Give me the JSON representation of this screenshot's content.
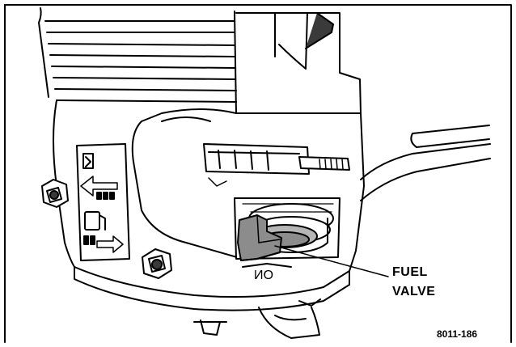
{
  "callout": {
    "line1": "FUEL",
    "line2": "VALVE"
  },
  "figure_number": "8011-186",
  "engraved_marks": {
    "valve_on": "ON"
  },
  "colors": {
    "ink": "#000000",
    "paper": "#ffffff",
    "lever_fill": "#8c8c8c",
    "cup_fill": "#b5b5b5",
    "shadow": "#3a3a3a"
  }
}
